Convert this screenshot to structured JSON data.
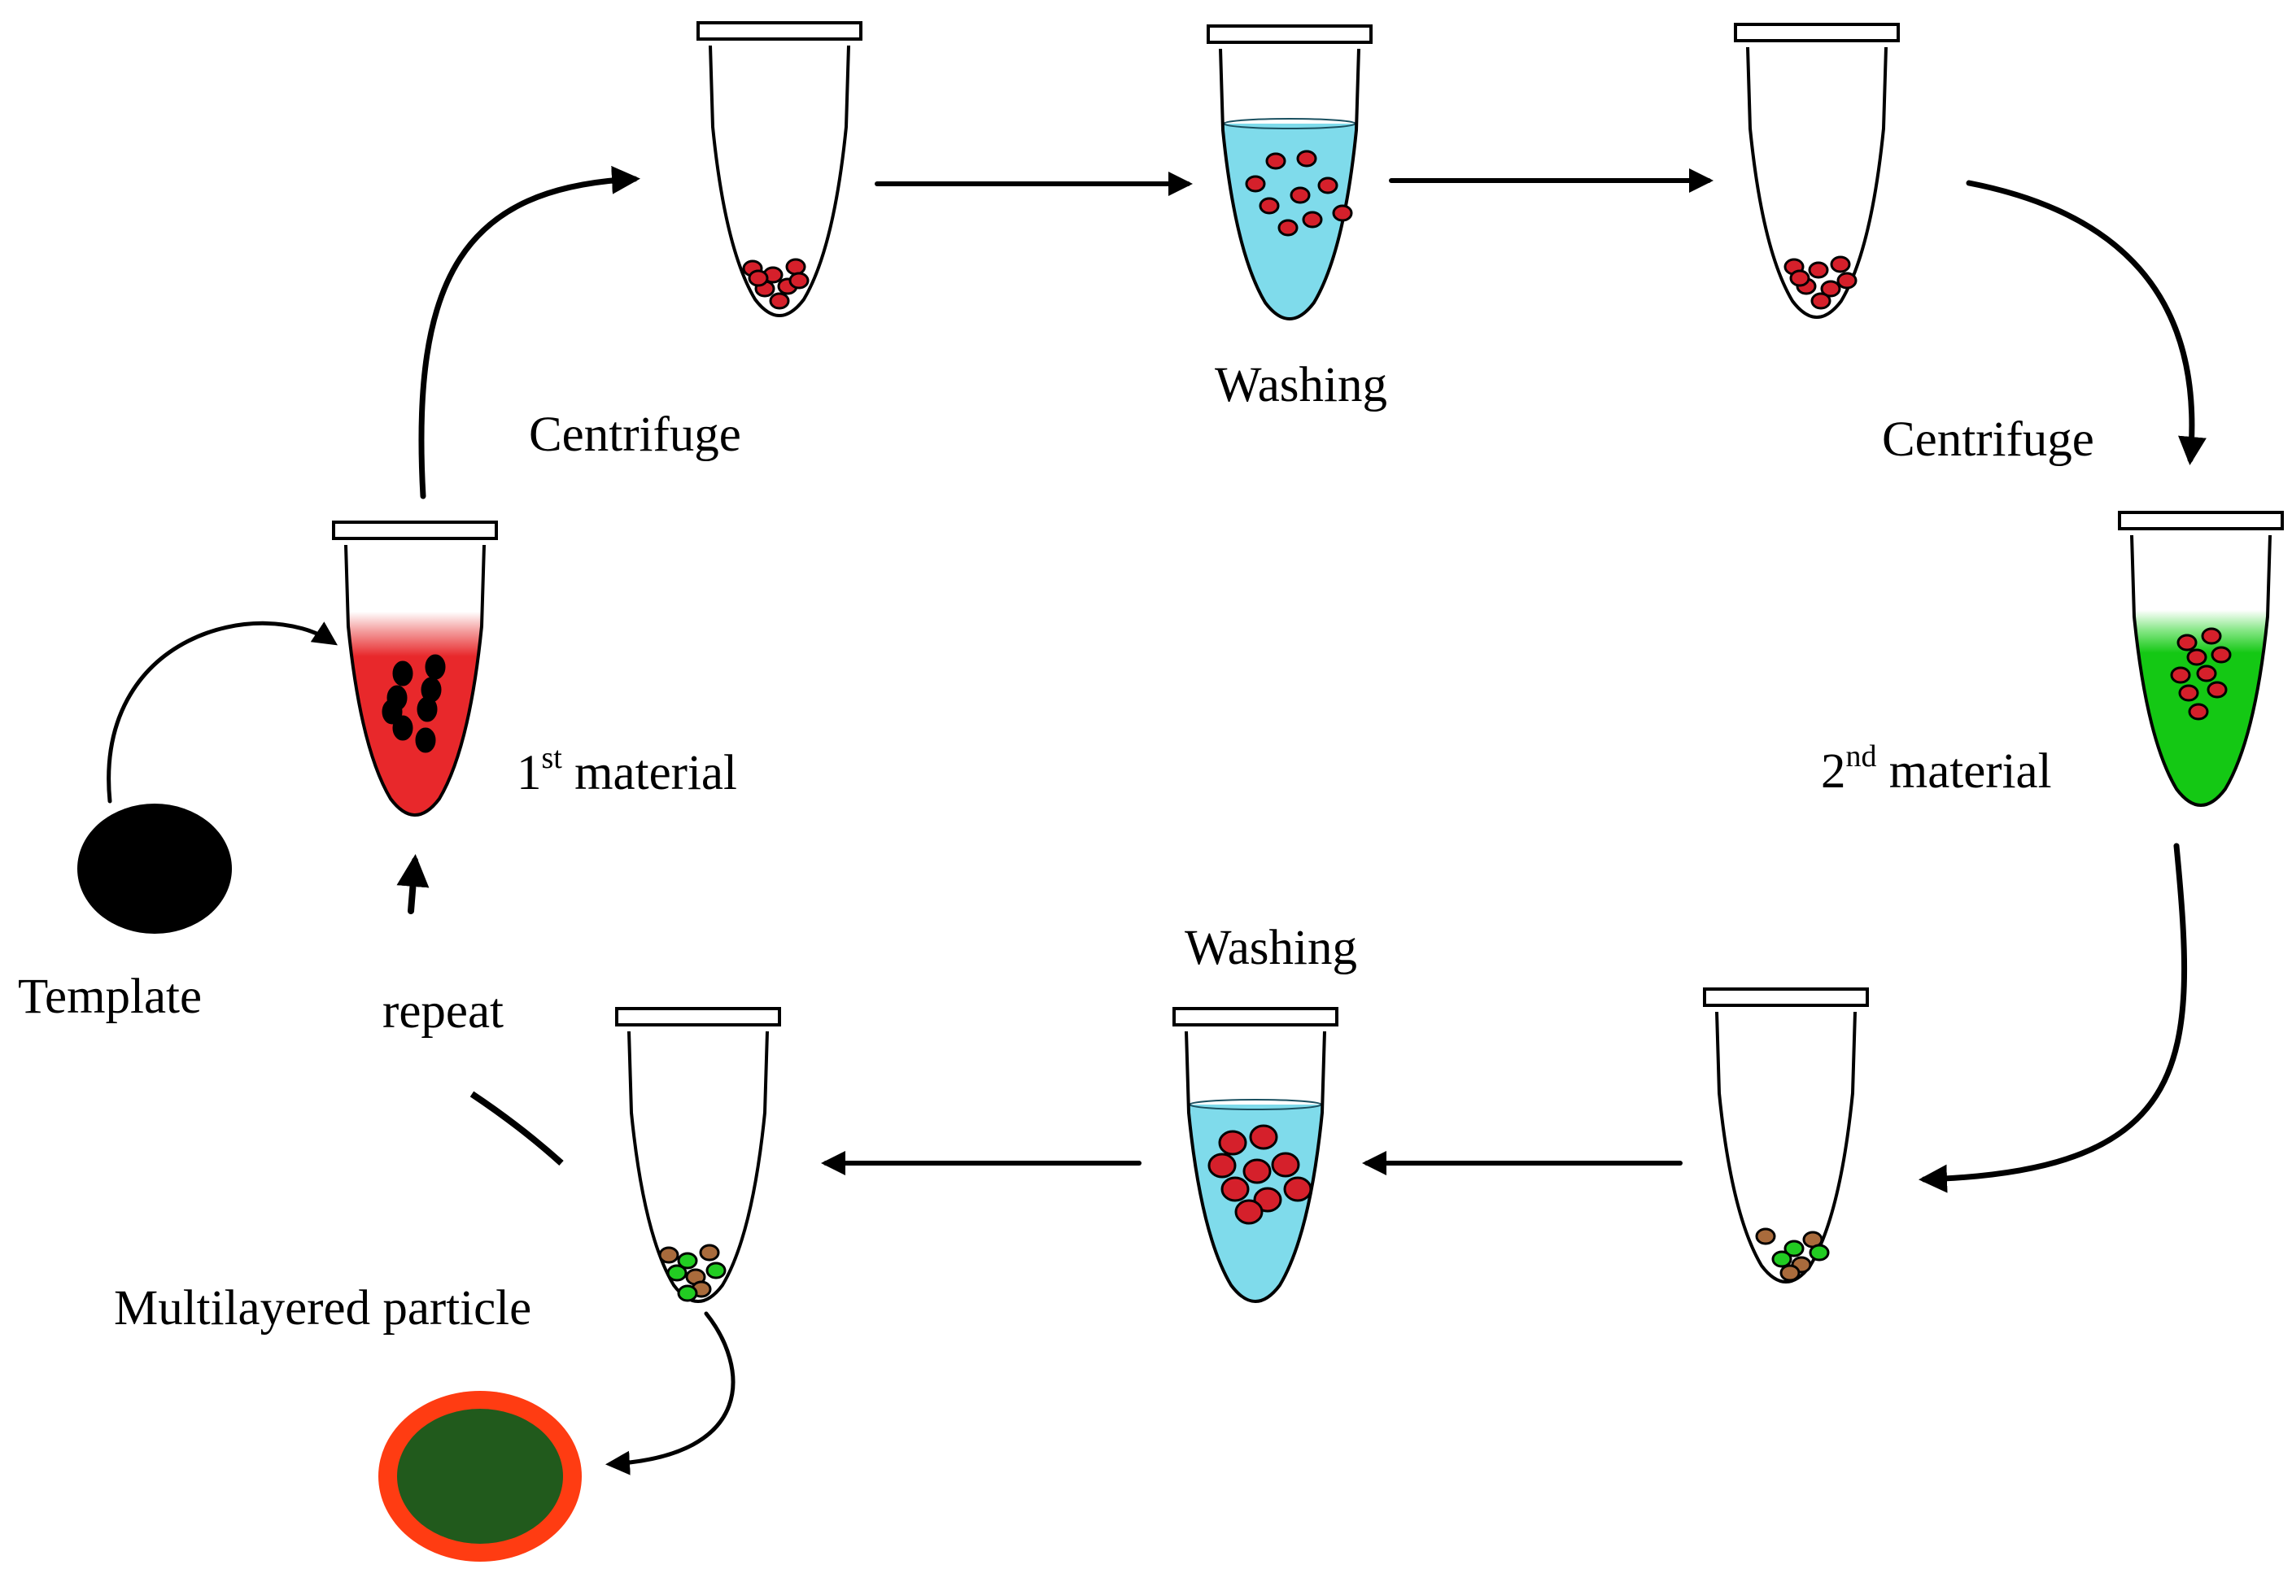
{
  "labels": {
    "template": "Template",
    "repeat": "repeat",
    "first_material_num": "1",
    "first_material_sup": "st",
    "first_material_word": "material",
    "centrifuge_1": "Centrifuge",
    "washing_1": "Washing",
    "centrifuge_2": "Centrifuge",
    "second_material_num": "2",
    "second_material_sup": "nd",
    "second_material_word": "material",
    "washing_2": "Washing",
    "multilayered_particle": "Multilayered particle"
  },
  "colors": {
    "first_material_liquid": "#e8282b",
    "second_material_liquid": "#14c814",
    "washing_liquid": "#7fdbeb",
    "particle_red": "#d5202b",
    "particle_green": "#22cc22",
    "template_core": "#000000",
    "multilayer_core": "#215a1c",
    "multilayer_shell": "#ff3c12",
    "stroke": "#000000"
  }
}
